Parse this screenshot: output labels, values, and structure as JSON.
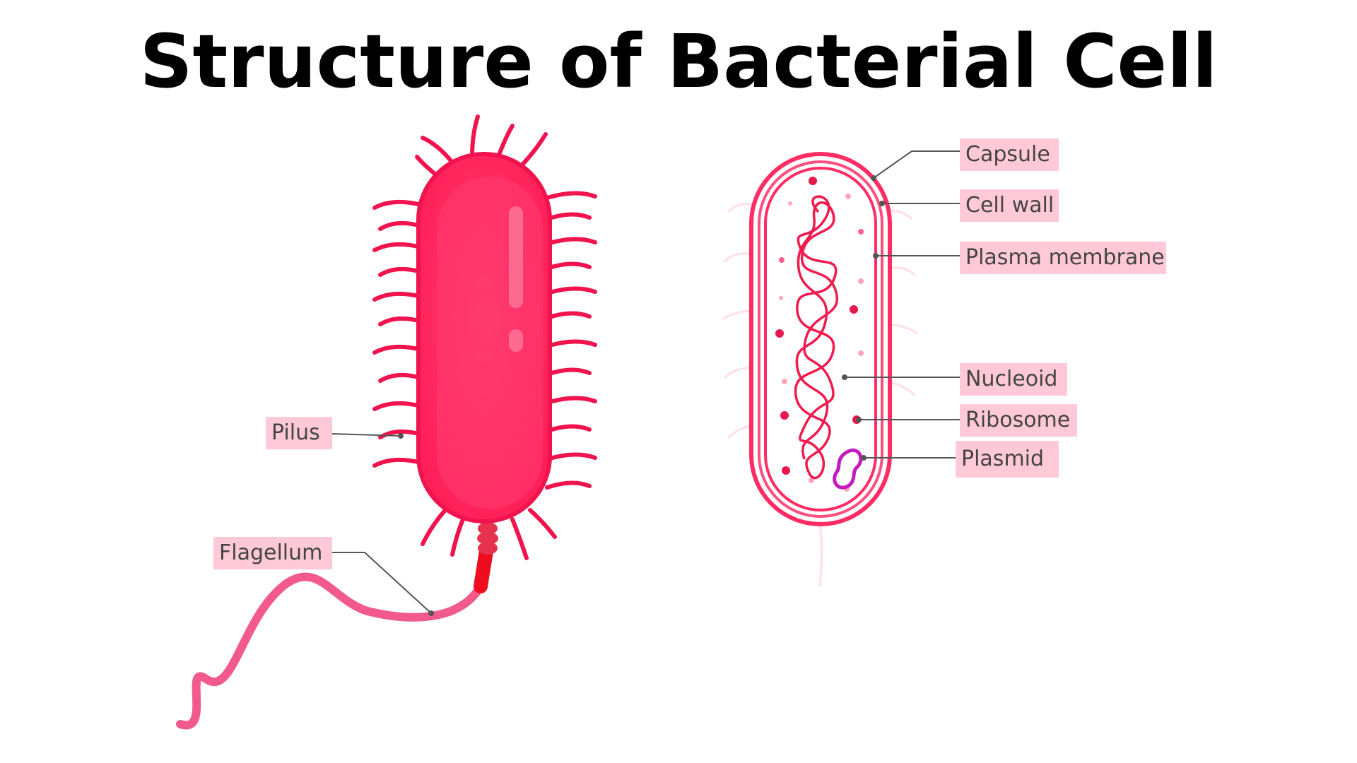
{
  "title": "Structure of Bacterial Cell",
  "colors": {
    "cell_body": "#ff2d64",
    "cell_dark": "#f0134e",
    "highlight": "#ff5b86",
    "flagellum": "#f25a8c",
    "flagellum_base": "#ee0d1f",
    "label_bg": "#ffc9d7",
    "label_text": "#444444",
    "leader_line": "#555555",
    "plasmid": "#c21bbf"
  },
  "labels": {
    "pilus": "Pilus",
    "flagellum": "Flagellum",
    "capsule": "Capsule",
    "cell_wall": "Cell wall",
    "plasma_membrane": "Plasma membrane",
    "nucleoid": "Nucleoid",
    "ribosome": "Ribosome",
    "plasmid": "Plasmid"
  }
}
